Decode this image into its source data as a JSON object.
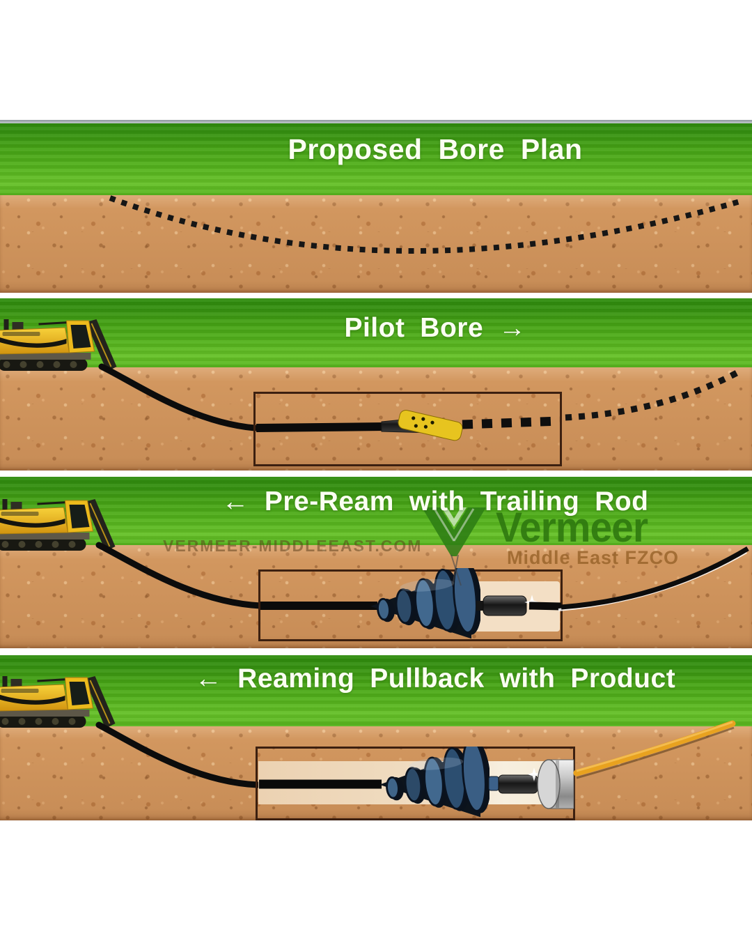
{
  "page": {
    "description": "Horizontal directional drilling process diagram with four stages",
    "brand": "Vermeer Middle East"
  },
  "panels": [
    {
      "key": "proposed-bore-plan",
      "title": "Proposed Bore Plan"
    },
    {
      "key": "pilot-bore",
      "title": "Pilot Bore →"
    },
    {
      "key": "pre-ream",
      "title": "← Pre-Ream with Trailing Rod"
    },
    {
      "key": "reaming-pullback",
      "title": "← Reaming Pullback with Product"
    }
  ],
  "watermark": {
    "site": "VERMEER-MIDDLEEAST.COM",
    "brand": "Vermeer",
    "brand_sub": "Middle East FZCO"
  },
  "colors": {
    "grass_green": "#46a315",
    "soil_tan": "#d2975f",
    "title_white": "#fbfff2",
    "bore_path_black": "#141414",
    "inset_border_brown": "#3c2010",
    "rig_yellow": "#ecba1c",
    "reamer_steel_blue": "#3c618a",
    "product_pipe_orange": "#e8a21f",
    "logo_green": "#2e7d14"
  }
}
